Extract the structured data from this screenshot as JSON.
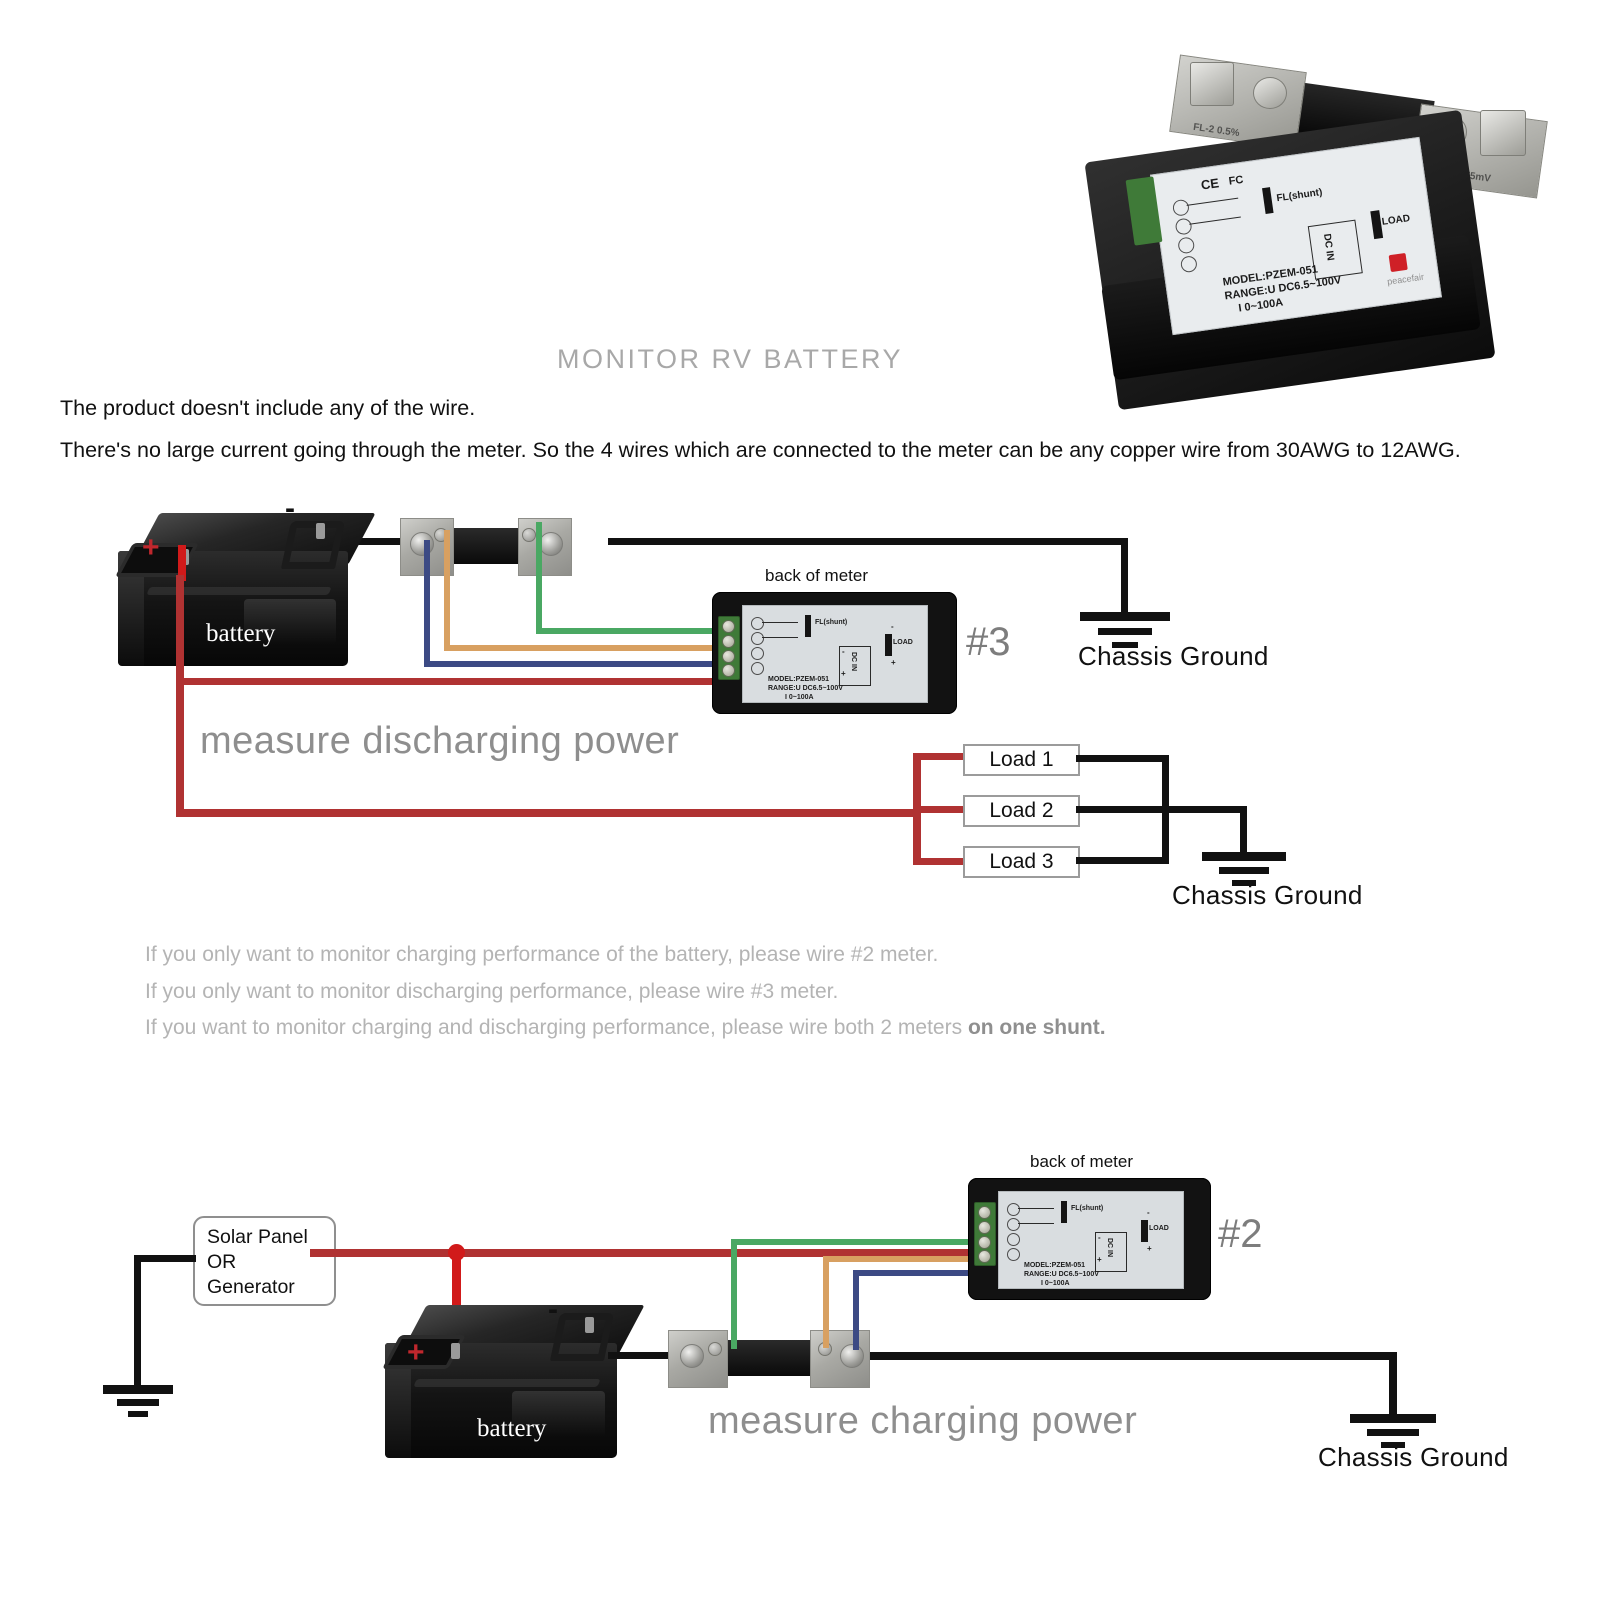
{
  "header": {
    "title": "MONITOR RV BATTERY",
    "note_line1": "The product doesn't include any of the wire.",
    "note_line2": "There's no large current going through the meter. So the 4 wires which are connected to the meter can be any copper wire from 30AWG to 12AWG."
  },
  "product_photo": {
    "model_line": "MODEL:PZEM-051",
    "range_line": "RANGE:U DC6.5~100V",
    "current_line": "I 0~100A",
    "shunt_left_text": "FL-2 0.5%",
    "shunt_right_text": "100A 75mV",
    "fl_shunt_label": "FL(shunt)",
    "dcin_label": "DC IN",
    "load_label": "LOAD",
    "brand": "peacefair",
    "cert_ce": "CE",
    "cert_fc": "FC"
  },
  "diagram_discharge": {
    "id_label": "#3",
    "battery_label": "battery",
    "plus_sign": "+",
    "minus_sign": "-",
    "caption": "measure discharging power",
    "back_of_meter": "back of meter",
    "chassis_ground_top": "Chassis Ground",
    "chassis_ground_loads": "Chassis Ground",
    "loads": [
      "Load 1",
      "Load 2",
      "Load 3"
    ],
    "meter_label": {
      "model": "MODEL:PZEM-051",
      "range": "RANGE:U DC6.5~100V",
      "current": "I 0~100A",
      "fl_shunt": "FL(shunt)",
      "dcin": "DC IN",
      "load": "LOAD",
      "minus": "-",
      "plus": "+"
    }
  },
  "instructions": {
    "line1": "If you only want to monitor charging performance of the battery, please wire #2 meter.",
    "line2": "If you only want to monitor discharging performance, please wire #3 meter.",
    "line3_prefix": "If you want to monitor charging and discharging performance, please wire both 2 meters ",
    "line3_bold": "on one shunt."
  },
  "diagram_charge": {
    "id_label": "#2",
    "battery_label": "battery",
    "plus_sign": "+",
    "minus_sign": "-",
    "caption": "measure charging power",
    "back_of_meter": "back of meter",
    "source_box": [
      "Solar Panel",
      "OR",
      "Generator"
    ],
    "chassis_ground": "Chassis Ground",
    "meter_label": {
      "model": "MODEL:PZEM-051",
      "range": "RANGE:U DC6.5~100V",
      "current": "I 0~100A",
      "fl_shunt": "FL(shunt)",
      "dcin": "DC IN",
      "load": "LOAD",
      "minus": "-",
      "plus": "+"
    }
  },
  "colors": {
    "wire_black": "#111111",
    "wire_red": "#b03232",
    "wire_red_bright": "#d11a1a",
    "wire_green": "#4aa863",
    "wire_orange": "#d8a061",
    "wire_blue": "#3c4a84",
    "title_grey": "#a8a8a8",
    "note_grey": "#b4b4b4"
  }
}
